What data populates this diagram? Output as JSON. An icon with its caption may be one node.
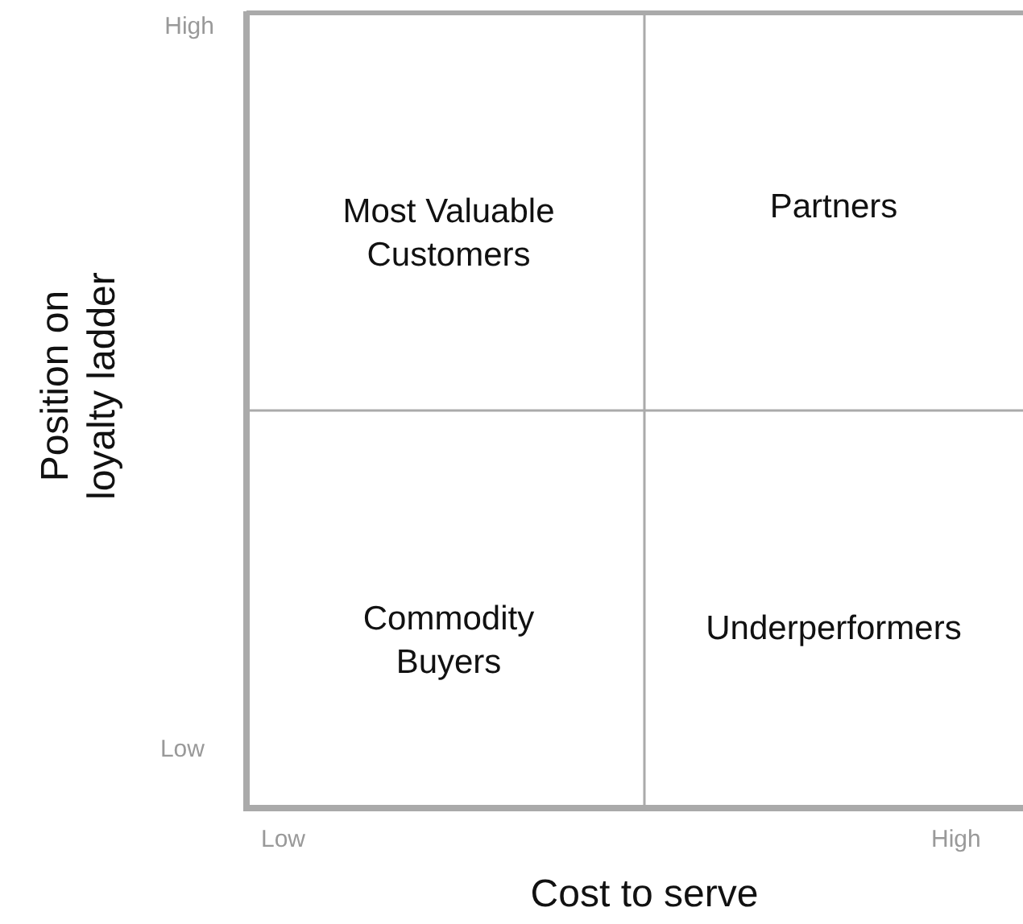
{
  "diagram": {
    "nodes": [
      {
        "text": [
          "Most Valuable Customers"
        ]
      },
      {
        "text": [
          "Partners"
        ]
      },
      {
        "text": [
          "Commodity Buyers"
        ]
      },
      {
        "text": [
          "Underperformers"
        ]
      }
    ],
    "edges": [],
    "labels": [
      "High",
      "Position on loyalty ladder",
      "Low",
      "Low",
      "High",
      "Cost to serve"
    ]
  }
}
